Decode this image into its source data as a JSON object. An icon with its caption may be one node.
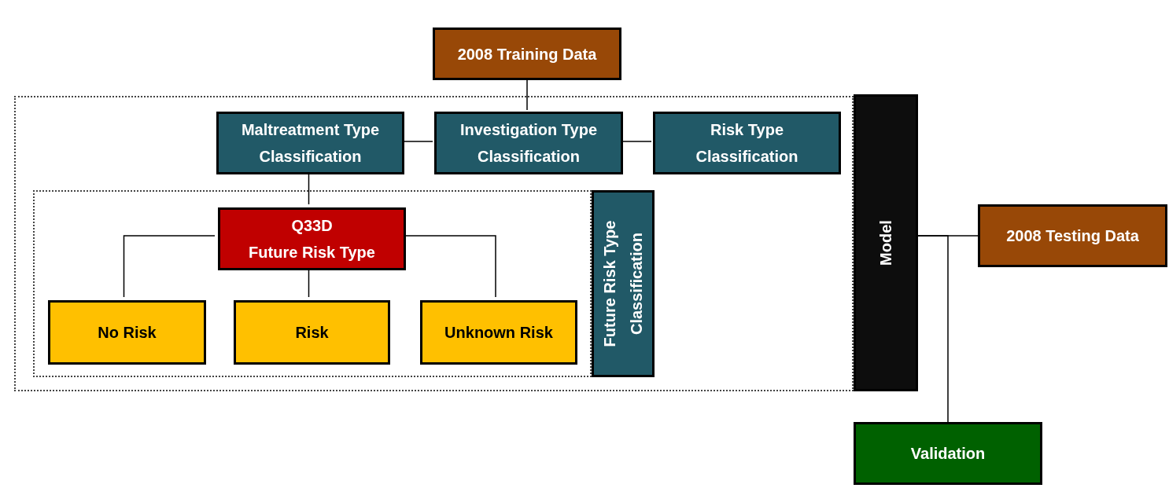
{
  "diagram": {
    "nodes": [
      {
        "text": [
          "2008 Training Data"
        ]
      },
      {
        "text": [],
        "shape": "box"
      },
      {
        "text": [
          "Maltreatment Type Classification"
        ],
        "in": 1
      },
      {
        "text": [
          "Investigation Type Classification"
        ],
        "in": 1
      },
      {
        "text": [
          "Risk Type Classification"
        ],
        "in": 1
      },
      {
        "text": [],
        "shape": "box",
        "in": 1
      },
      {
        "text": [
          "Q33D",
          "Future Risk Type"
        ],
        "in": 5
      },
      {
        "text": [
          "No Risk"
        ],
        "in": 5
      },
      {
        "text": [
          "Risk"
        ],
        "in": 5
      },
      {
        "text": [
          "Unknown Risk"
        ],
        "in": 5
      },
      {
        "text": [
          "Future Risk Type Classification"
        ],
        "in": 1
      },
      {
        "text": [
          "Model"
        ]
      },
      {
        "text": [
          "2008 Testing Data"
        ]
      },
      {
        "text": [
          "Validation"
        ]
      }
    ],
    "edges": [
      {
        "from": 0,
        "to": 3,
        "arrow": "none"
      },
      {
        "from": 2,
        "to": 3,
        "arrow": "none"
      },
      {
        "from": 3,
        "to": 4,
        "arrow": "none"
      },
      {
        "from": 2,
        "to": 6,
        "arrow": "none"
      },
      {
        "from": 6,
        "to": 7,
        "arrow": "none"
      },
      {
        "from": 6,
        "to": 8,
        "arrow": "none"
      },
      {
        "from": 6,
        "to": 9,
        "arrow": "none"
      },
      {
        "from": 11,
        "to": 12,
        "arrow": "none"
      },
      {
        "from": 11,
        "to": 13,
        "arrow": "none"
      }
    ]
  }
}
